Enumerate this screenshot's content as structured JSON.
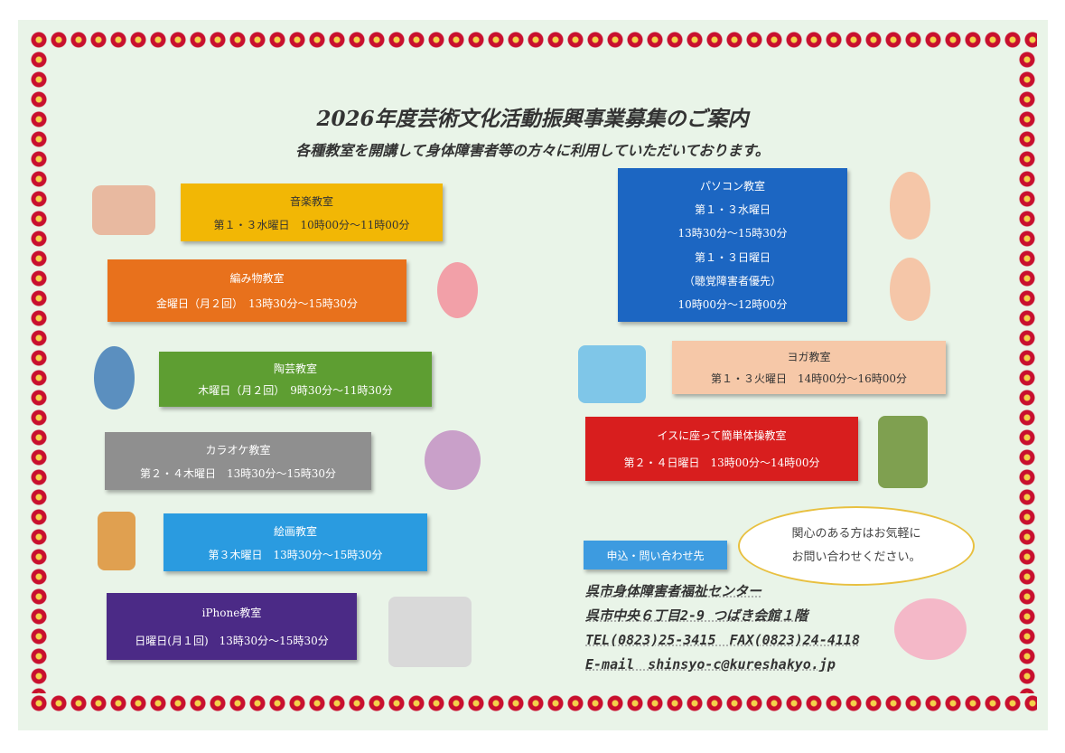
{
  "title": "2026年度芸術文化活動振興事業募集のご案内",
  "subtitle": "各種教室を開講して身体障害者等の方々に利用していただいております。",
  "classes": {
    "music": {
      "name": "音楽教室",
      "lines": [
        "第１・３水曜日　10時00分～11時00分"
      ]
    },
    "knitting": {
      "name": "編み物教室",
      "lines": [
        "金曜日（月２回）　13時30分～15時30分"
      ]
    },
    "pottery": {
      "name": "陶芸教室",
      "lines": [
        "木曜日（月２回）　9時30分～11時30分"
      ]
    },
    "karaoke": {
      "name": "カラオケ教室",
      "lines": [
        "第２・４木曜日　13時30分～15時30分"
      ]
    },
    "drawing": {
      "name": "絵画教室",
      "lines": [
        "第３木曜日　13時30分～15時30分"
      ]
    },
    "iphone": {
      "name": "iPhone教室",
      "lines": [
        "日曜日(月１回)　13時30分～15時30分"
      ]
    },
    "pc": {
      "name": "パソコン教室",
      "lines": [
        "第１・３水曜日",
        "13時30分～15時30分",
        "第１・３日曜日",
        "（聴覚障害者優先）",
        "10時00分～12時00分"
      ]
    },
    "yoga": {
      "name": "ヨガ教室",
      "lines": [
        "第１・３火曜日　14時00分～16時00分"
      ]
    },
    "chair": {
      "name": "イスに座って簡単体操教室",
      "lines": [
        "第２・４日曜日　13時00分～14時00分"
      ]
    }
  },
  "contact": {
    "button": "申込・問い合わせ先",
    "org": "呉市身体障害者福祉センター",
    "address": "呉市中央６丁目2-9 つばき会館１階",
    "phone": "TEL(0823)25-3415　FAX(0823)24-4118",
    "email": "E-mail　shinsyo-c@kureshakyo.jp"
  },
  "bubble": [
    "関心のある方はお気軽に",
    "お問い合わせください。"
  ]
}
